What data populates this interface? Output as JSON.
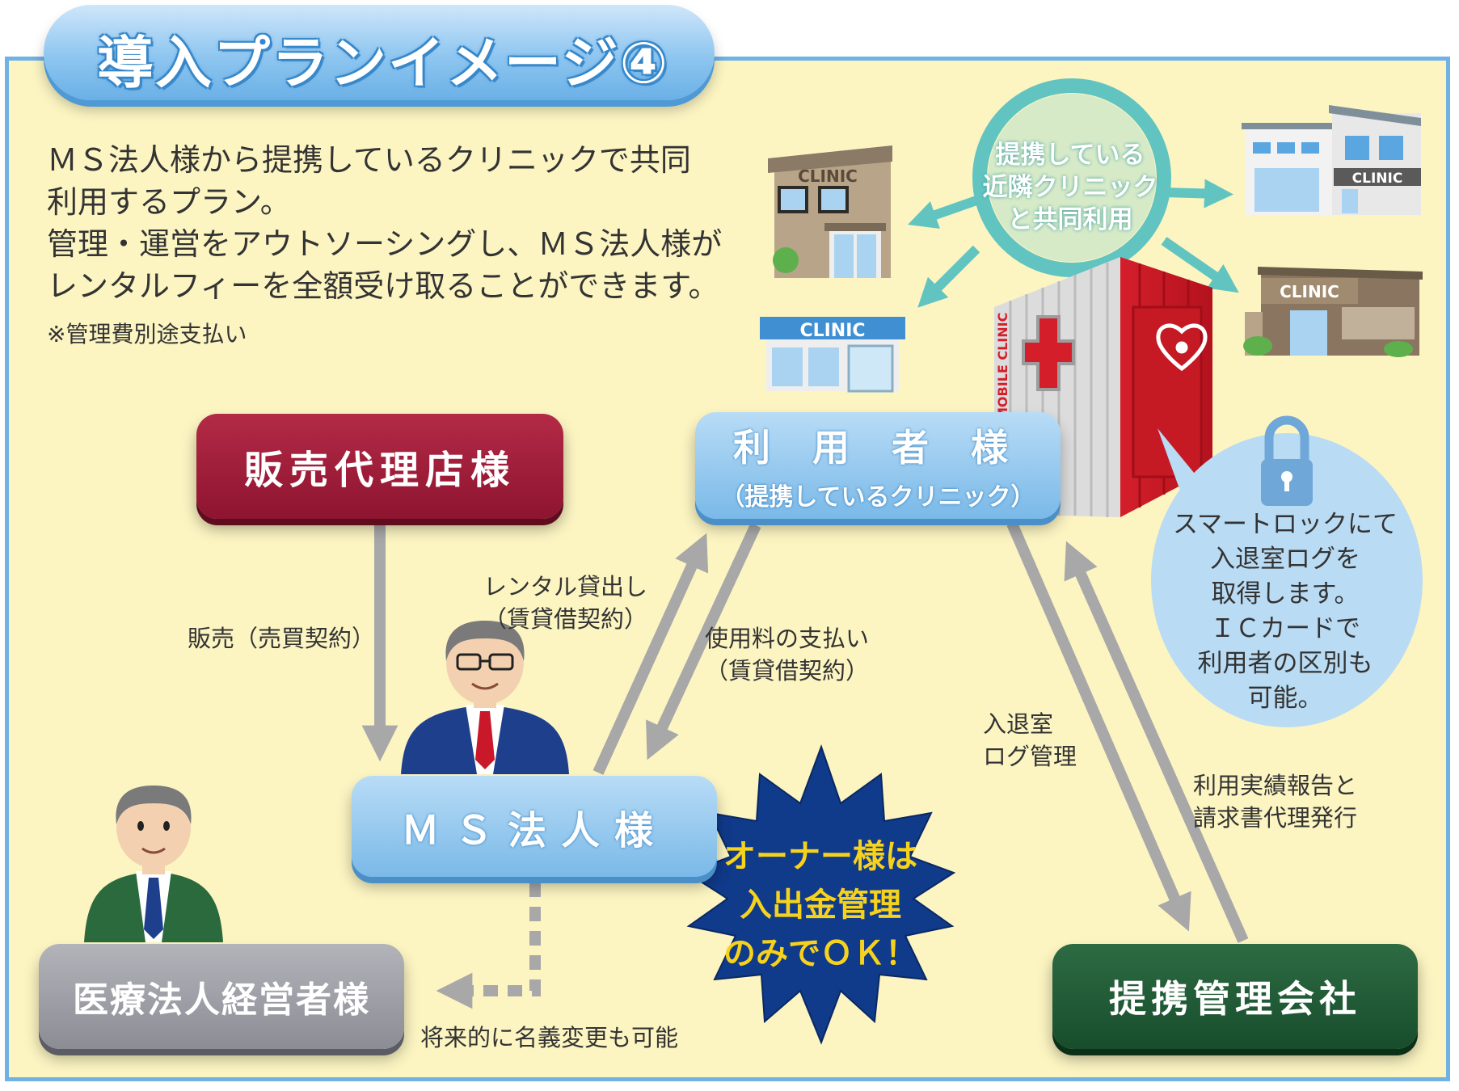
{
  "title": "導入プランイメージ④",
  "intro": {
    "lines": [
      "ＭＳ法人様から提携しているクリニックで共同",
      "利用するプラン。",
      "管理・運営をアウトソーシングし、ＭＳ法人様が",
      "レンタルフィーを全額受け取ることができます。"
    ],
    "note": "※管理費別途支払い"
  },
  "nodes": {
    "sales_agent": "販売代理店様",
    "user_title": "利 用 者 様",
    "user_sub": "（提携しているクリニック）",
    "ms_corp": "ＭＳ法人様",
    "medical_owner": "医療法人経営者様",
    "mgmt_company": "提携管理会社"
  },
  "edge_labels": {
    "sale": "販売（売買契約）",
    "rental_lines": [
      "レンタル貸出し",
      "（賃貸借契約）"
    ],
    "fee_lines": [
      "使用料の支払い",
      "（賃貸借契約）"
    ],
    "log_lines": [
      "入退室",
      "ログ管理"
    ],
    "report_lines": [
      "利用実績報告と",
      "請求書代理発行"
    ],
    "future": "将来的に名義変更も可能"
  },
  "shared_circle_lines": [
    "提携している",
    "近隣クリニック",
    "と共同利用"
  ],
  "smart_lock_lines": [
    "スマートロックにて",
    "入退室ログを",
    "取得します。",
    "ＩＣカードで",
    "利用者の区別も",
    "可能。"
  ],
  "starburst_lines": [
    "オーナー様は",
    "入出金管理",
    "のみでＯＫ！"
  ],
  "clinic_signs": [
    "CLINIC",
    "CLINIC",
    "CLINIC",
    "CLINIC"
  ],
  "container_label": "MOBILE CLINIC",
  "icons": {
    "smart_lock": "padlock-icon",
    "cross": "medical-cross-icon",
    "heart": "heart-care-icon"
  },
  "colors": {
    "panel_bg": "#fcf5c2",
    "accent_blue": "#6fb2e3",
    "sales_red": "#9b1a36",
    "mgmt_green": "#1f5a36",
    "arrow_gray": "#a8a8a8",
    "teal": "#62c4c0",
    "star_navy": "#103a8a",
    "star_text": "#f7d21c"
  }
}
